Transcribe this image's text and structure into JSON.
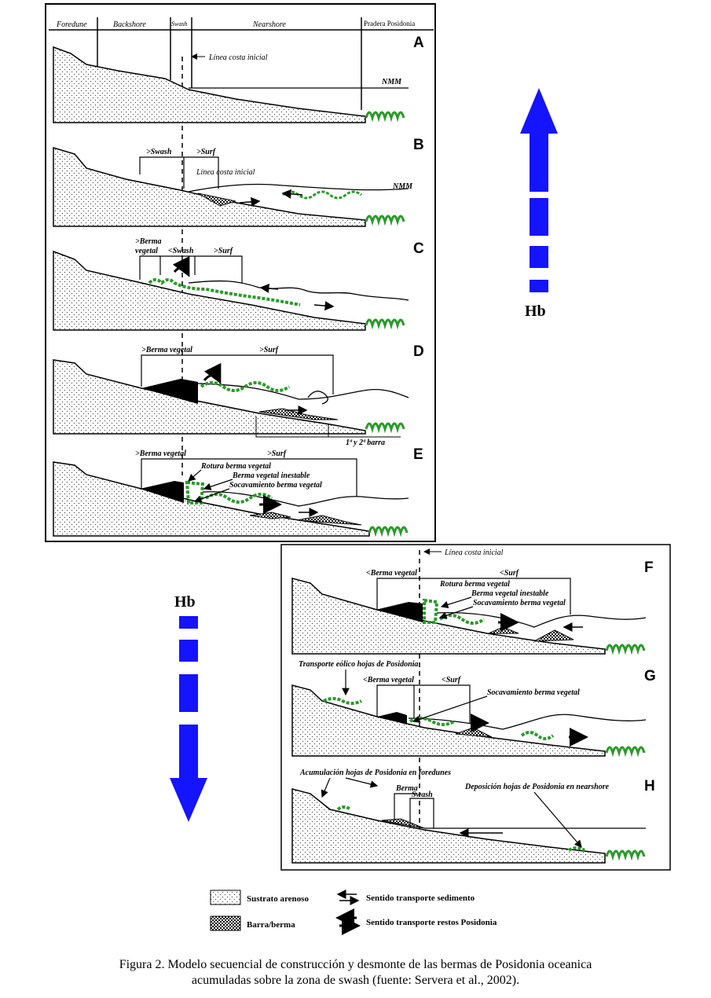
{
  "zones": {
    "foredune": "Foredune",
    "backshore": "Backshore",
    "swash": "Swash",
    "nearshore": "Nearshore",
    "pradera": "Pradera Posidonia"
  },
  "panels": {
    "A": {
      "letter": "A",
      "linea": "Línea costa inicial",
      "nmm": "NMM"
    },
    "B": {
      "letter": "B",
      "swash": ">Swash",
      "surf": ">Surf",
      "linea": "Línea costa inicial",
      "nmm": "NMM"
    },
    "C": {
      "letter": "C",
      "berma": ">Berma",
      "vegetal": "vegetal",
      "swash": "<Swash",
      "surf": ">Surf"
    },
    "D": {
      "letter": "D",
      "berma": ">Berma vegetal",
      "surf": ">Surf",
      "barra": "1ª y 2ª barra"
    },
    "E": {
      "letter": "E",
      "berma": ">Berma vegetal",
      "surf": ">Surf",
      "rotura": "Rotura berma vegetal",
      "inestable": "Berma vegetal inestable",
      "socava": "Socavamiento berma vegetal"
    },
    "F": {
      "letter": "F",
      "linea": "Línea costa inicial",
      "berma": "<Berma vegetal",
      "surf": "<Surf",
      "rotura": "Rotura berma vegetal",
      "inestable": "Berma vegetal inestable",
      "socava": "Socavamiento berma vegetal"
    },
    "G": {
      "letter": "G",
      "eolico": "Transporte eólico hojas de Posidonia",
      "berma": "<Berma vegetal",
      "surf": "<Surf",
      "socava": "Socavamiento berma vegetal"
    },
    "H": {
      "letter": "H",
      "acumulacion": "Acumulación hojas de Posidonia en foredunes",
      "berma": "Berma",
      "swash": "Swash",
      "deposicion": "Deposición hojas de Posidonia en nearshore"
    }
  },
  "hb": {
    "up": "Hb",
    "down": "Hb"
  },
  "legend": {
    "sustrato": "Sustrato arenoso",
    "barra": "Barra/berma",
    "sedimento": "Sentido transporte sedimento",
    "restos": "Sentido transporte restos Posidonia"
  },
  "caption": {
    "line1": "Figura 2. Modelo secuencial de construcción y desmonte de las bermas de Posidonia oceanica",
    "line2": "acumuladas sobre la zona de swash (fuente: Servera et al., 2002)."
  },
  "colors": {
    "arrow": "#1414ff",
    "posidonia": "#2a9a2a"
  }
}
